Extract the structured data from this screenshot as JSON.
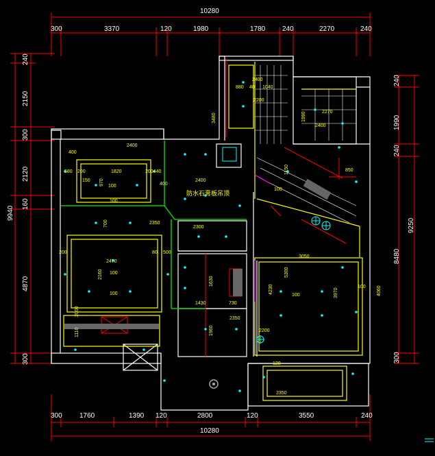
{
  "colors": {
    "background": "#000000",
    "wall": "#ffffff",
    "dimension_line": "#ff0000",
    "ceiling_outline": "#ffff00",
    "accent_green": "#00cc00",
    "light_cyan": "#00ffff",
    "text": "#ffffff"
  },
  "dimensions": {
    "top_total": "10280",
    "top_segments": [
      "300",
      "3370",
      "120",
      "1980",
      "1780",
      "240",
      "2270",
      "240"
    ],
    "bottom_total": "10280",
    "bottom_segments": [
      "300",
      "1760",
      "1390",
      "120",
      "2800",
      "120",
      "3550",
      "240"
    ],
    "left_total": "9940",
    "left_segments": [
      "240",
      "2150",
      "300",
      "2120",
      "160",
      "4870",
      "300"
    ],
    "right_total": "9250",
    "right_segments": [
      "240",
      "1990",
      "240",
      "8480",
      "300"
    ]
  },
  "labels": {
    "ceiling_note": "防水石膏板吊顶",
    "room_dims": {
      "d880": "880",
      "d40a": "40",
      "d1040": "1040",
      "d3480": "3480",
      "d2270": "2270",
      "d1990": "1990",
      "d850": "850",
      "d1150": "1150",
      "d580": "580",
      "d200a": "200",
      "d1820": "1820",
      "d2004": "200440",
      "d150a": "150",
      "d970": "970",
      "d700": "700",
      "d2470": "2470",
      "d2160": "2160",
      "d1110": "1110",
      "d3050": "3050",
      "d4230": "4230",
      "d5300": "5300",
      "d3970": "3970",
      "d4060": "4060",
      "d1430": "1430",
      "d1630": "1630",
      "d1960": "1960",
      "d730": "730",
      "d2000": "2000",
      "d500": "500",
      "d200b": "200",
      "d120": "120",
      "d80": "80"
    },
    "spot_heights": [
      "2400",
      "2350",
      "2300",
      "2400",
      "2400",
      "2350",
      "2350",
      "2200",
      "2400",
      "2200"
    ],
    "spot_small": [
      "400",
      "400",
      "100",
      "100",
      "100",
      "100",
      "100",
      "100",
      "100"
    ]
  }
}
